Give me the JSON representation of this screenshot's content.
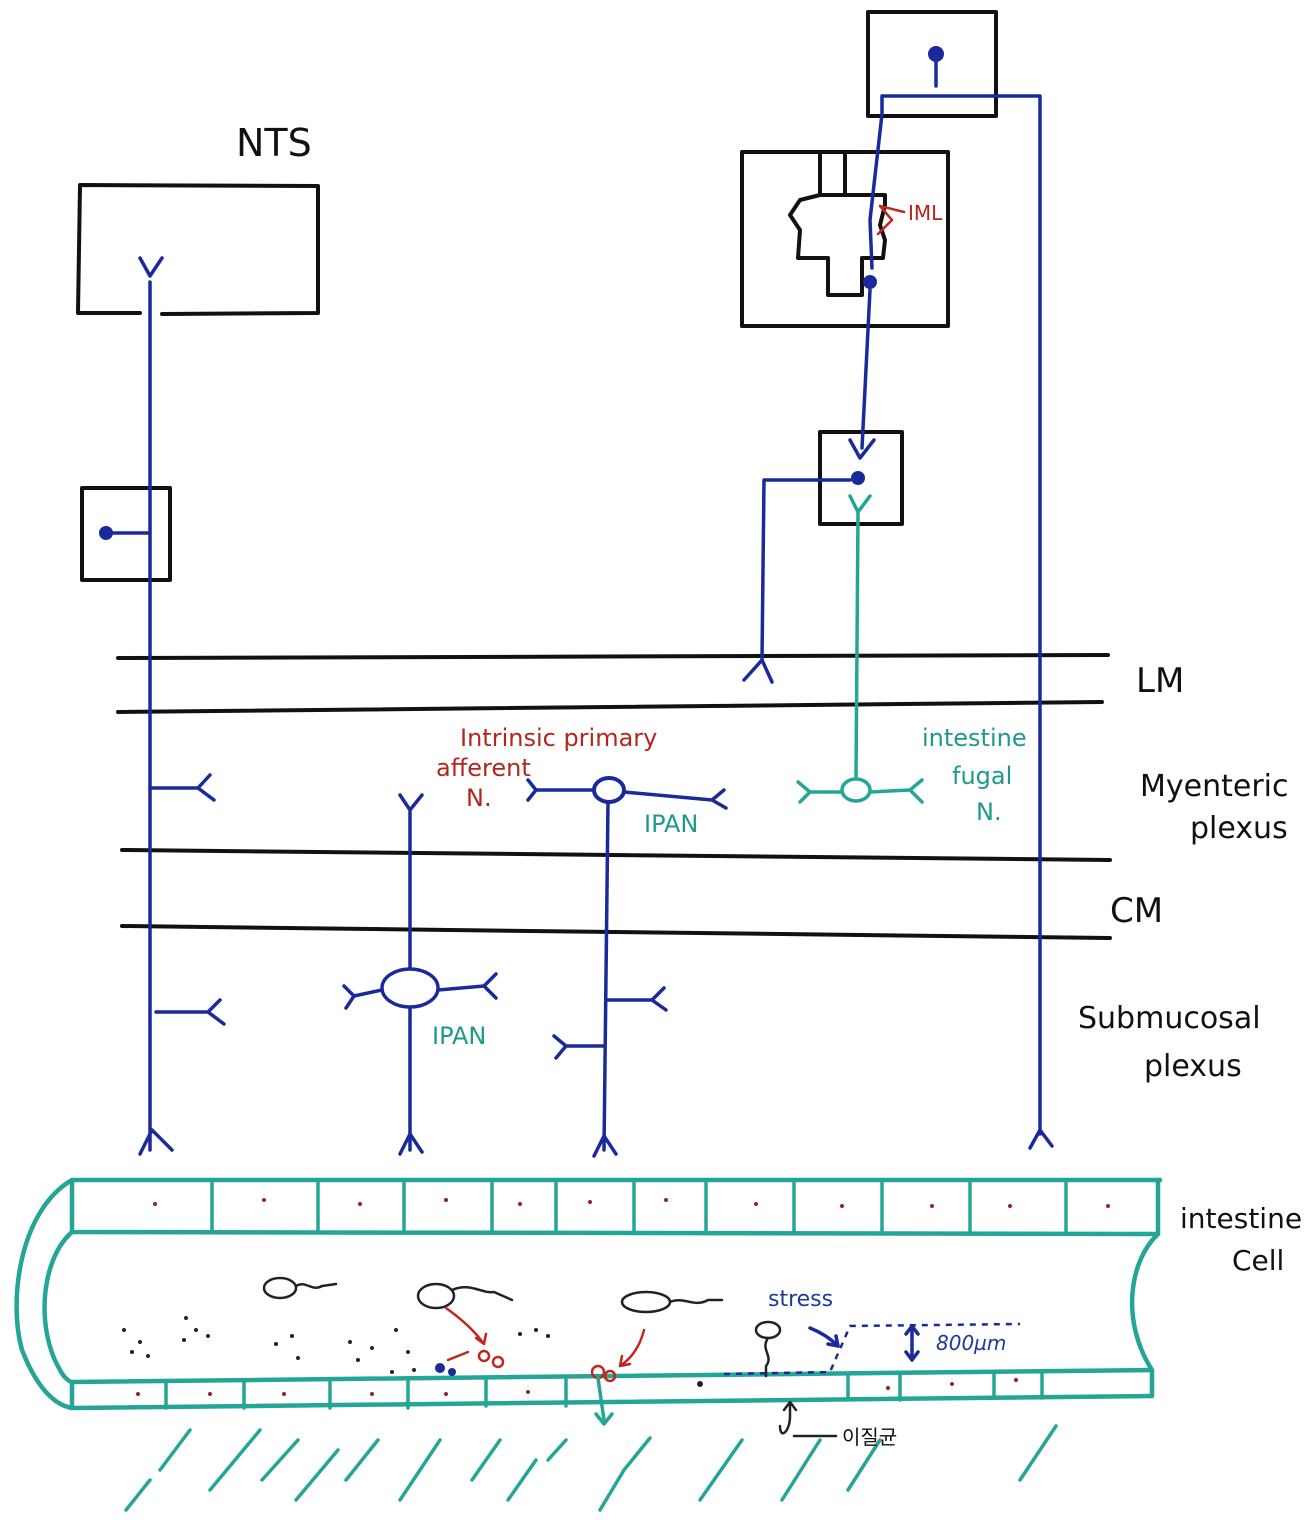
{
  "labels": {
    "nts": "NTS",
    "iml": "IML",
    "lm": "LM",
    "myenteric_1": "Myenteric",
    "myenteric_2": "plexus",
    "cm": "CM",
    "submucosal_1": "Submucosal",
    "submucosal_2": "plexus",
    "intrinsic_1": "Intrinsic primary",
    "intrinsic_2": "afferent",
    "intrinsic_3": "N.",
    "ipan_myenteric": "IPAN",
    "ipan_submucosal": "IPAN",
    "fugal_1": "intestine",
    "fugal_2": "fugal",
    "fugal_3": "N.",
    "intestine_cell_1": "intestine",
    "intestine_cell_2": "Cell",
    "stress": "stress",
    "thickness": "800µm",
    "korean_note": "이질균"
  },
  "colors": {
    "neuron_blue": "#1a2a9a",
    "fugal_teal": "#25a596",
    "annotation_red": "#c0281e",
    "outline_black": "#111111"
  }
}
